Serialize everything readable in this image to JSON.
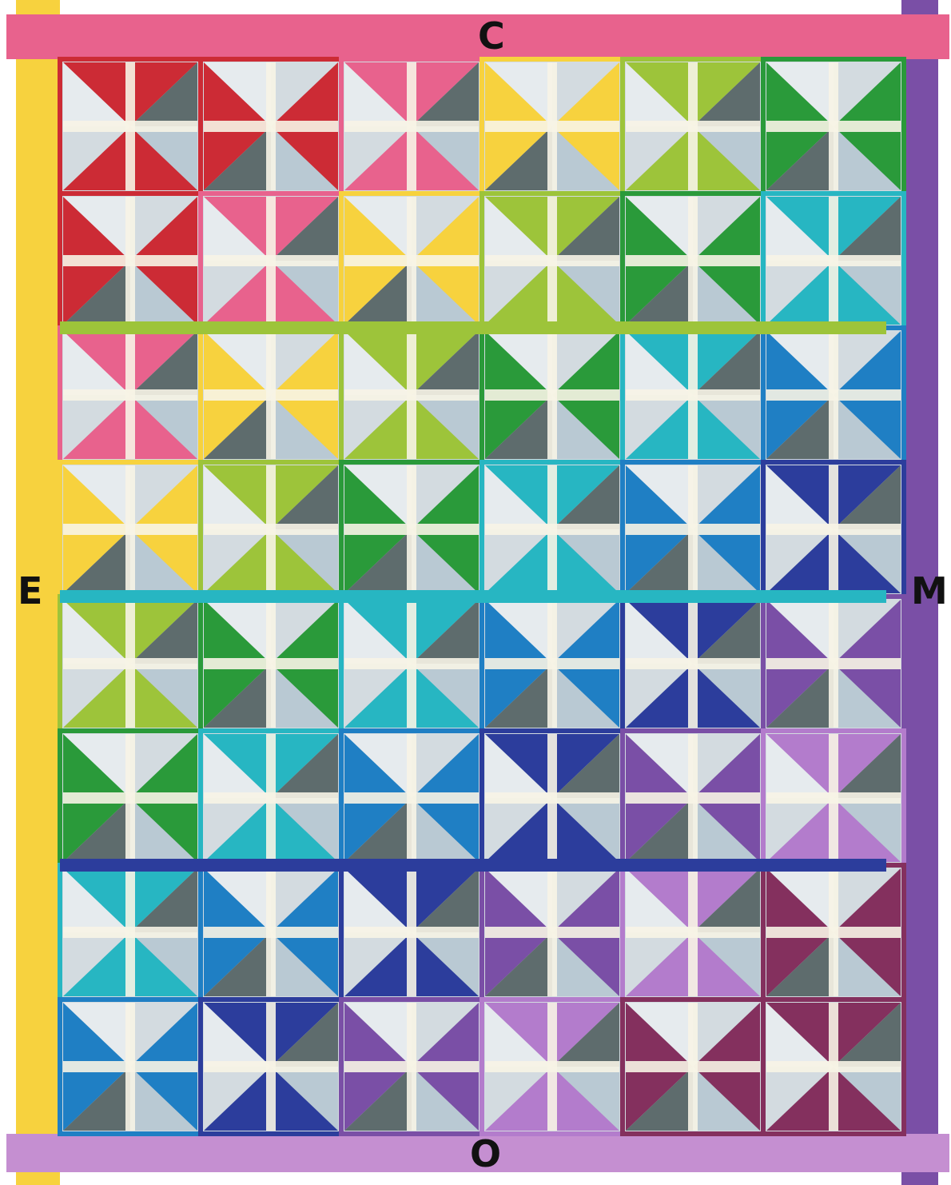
{
  "labels": {
    "top": "C",
    "left": "E",
    "right": "M",
    "bottom": "O"
  },
  "colors": {
    "top_border": "#e8628d",
    "left_border": "#f7d23e",
    "right_border": "#7a4fa6",
    "bottom_border": "#c58fd1",
    "background_light": "#d3dbe0",
    "background_pale": "#e6ebee",
    "dark_gray": "#5e6c6d",
    "cross_cream": "#f7f4e6",
    "blue_gray": "#b9c9d3"
  },
  "quilt": {
    "rows": 8,
    "cols": 6,
    "blocks": [
      [
        "#cc2b35",
        "#cc2b35",
        "#e8628d",
        "#f7d23e",
        "#9dc43a",
        "#2a9a3a"
      ],
      [
        "#cc2b35",
        "#e8628d",
        "#f7d23e",
        "#9dc43a",
        "#2a9a3a",
        "#27b6c2"
      ],
      [
        "#e8628d",
        "#f7d23e",
        "#9dc43a",
        "#2a9a3a",
        "#27b6c2",
        "#1f7fc4"
      ],
      [
        "#f7d23e",
        "#9dc43a",
        "#2a9a3a",
        "#27b6c2",
        "#1f7fc4",
        "#2c3d9c"
      ],
      [
        "#9dc43a",
        "#2a9a3a",
        "#27b6c2",
        "#1f7fc4",
        "#2c3d9c",
        "#7a4fa6"
      ],
      [
        "#2a9a3a",
        "#27b6c2",
        "#1f7fc4",
        "#2c3d9c",
        "#7a4fa6",
        "#b37ccc"
      ],
      [
        "#27b6c2",
        "#1f7fc4",
        "#2c3d9c",
        "#7a4fa6",
        "#b37ccc",
        "#84305e"
      ],
      [
        "#1f7fc4",
        "#2c3d9c",
        "#7a4fa6",
        "#b37ccc",
        "#84305e",
        "#84305e"
      ]
    ],
    "sashing_rows": [
      "#9dc43a",
      "#27b6c2",
      "#2c3d9c"
    ]
  }
}
